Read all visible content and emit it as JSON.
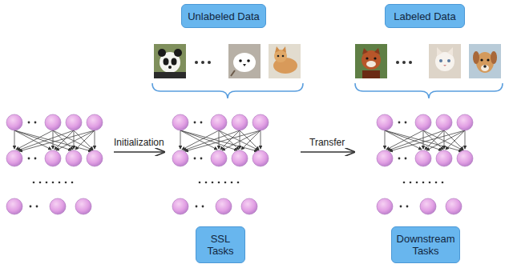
{
  "diagram": {
    "nodes": [
      {
        "text": [
          "Unlabeled Data"
        ]
      },
      {
        "text": [
          "Labeled Data"
        ]
      },
      {
        "text": [
          "SSL Tasks"
        ]
      },
      {
        "text": [
          "Downstream Tasks"
        ]
      }
    ],
    "labels": [
      "Initialization",
      "Transfer"
    ]
  }
}
